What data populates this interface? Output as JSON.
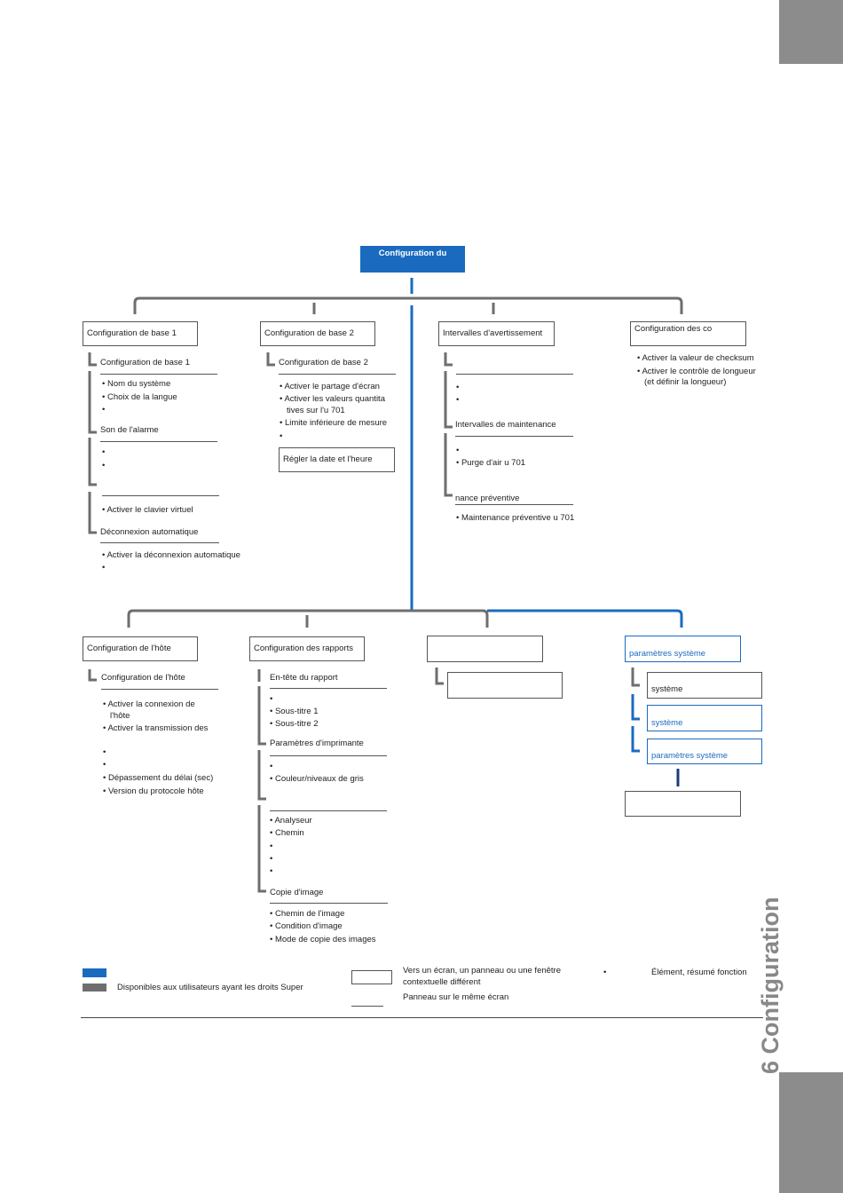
{
  "colors": {
    "blue": "#1a6bbf",
    "gray": "#6e6e6e",
    "tab": "#8c8c8c"
  },
  "chapter_label": "6 Configuration",
  "top_node": "Configuration du",
  "columns_top": [
    {
      "title": "Configuration de base 1",
      "groups": [
        {
          "heading": "Configuration de base 1",
          "items": [
            "Nom du système",
            "Choix de la langue",
            ""
          ]
        },
        {
          "heading": "Son de l'alarme",
          "items": [
            "",
            ""
          ]
        },
        {
          "heading": "",
          "items": [
            "Activer le clavier virtuel"
          ]
        },
        {
          "heading": "Déconnexion automatique",
          "items": [
            "Activer la déconnexion automatique",
            ""
          ]
        }
      ]
    },
    {
      "title": "Configuration de base 2",
      "groups": [
        {
          "heading": "Configuration de base 2",
          "items": [
            "Activer le partage d'écran",
            "Activer les valeurs quantita",
            "tives sur l'u 701",
            "Limite inférieure de mesure",
            ""
          ]
        }
      ],
      "subbox": "Régler la date et l'heure"
    },
    {
      "title": "Intervalles d'avertissement",
      "groups": [
        {
          "heading": "",
          "items": [
            "",
            ""
          ]
        },
        {
          "heading": "Intervalles de maintenance",
          "items": [
            "",
            "Purge d'air u 701"
          ]
        },
        {
          "heading": "nance préventive",
          "items": [
            "Maintenance préventive u 701"
          ]
        }
      ]
    },
    {
      "title": "Configuration des co",
      "items": [
        "Activer la valeur de checksum",
        "Activer le contrôle de longueur",
        "(et définir la longueur)"
      ]
    }
  ],
  "columns_bottom": [
    {
      "title": "Configuration de l'hôte",
      "groups": [
        {
          "heading": "Configuration de l'hôte",
          "items": [
            "Activer la connexion de",
            "l'hôte",
            "Activer la transmission des",
            "",
            "",
            "Dépassement du délai (sec)",
            "Version du protocole hôte"
          ]
        }
      ]
    },
    {
      "title": "Configuration des rapports",
      "groups": [
        {
          "heading": "En-tête du rapport",
          "items": [
            "",
            "Sous-titre 1",
            "Sous-titre 2"
          ]
        },
        {
          "heading": "Paramètres d'imprimante",
          "items": [
            "",
            "Couleur/niveaux de gris"
          ]
        },
        {
          "heading": "",
          "items": [
            "Analyseur",
            "Chemin",
            "",
            "",
            ""
          ]
        },
        {
          "heading": "Copie d'image",
          "items": [
            "Chemin de l'image",
            "Condition d'image",
            "Mode de copie des images"
          ]
        }
      ]
    },
    {
      "title": "",
      "subbox": ""
    },
    {
      "title": "paramètres système",
      "subboxes": [
        "système",
        "système",
        "paramètres système"
      ],
      "bottombox": ""
    }
  ],
  "legend": {
    "blue_label": "",
    "gray_label": "Disponibles aux utilisateurs ayant les droits Super",
    "box_label_1": "Vers un écran, un panneau ou une fenêtre",
    "box_label_2": "contextuelle différent",
    "line_label": "Panneau sur le même écran",
    "bullet_label": "Élément, résumé fonction"
  }
}
